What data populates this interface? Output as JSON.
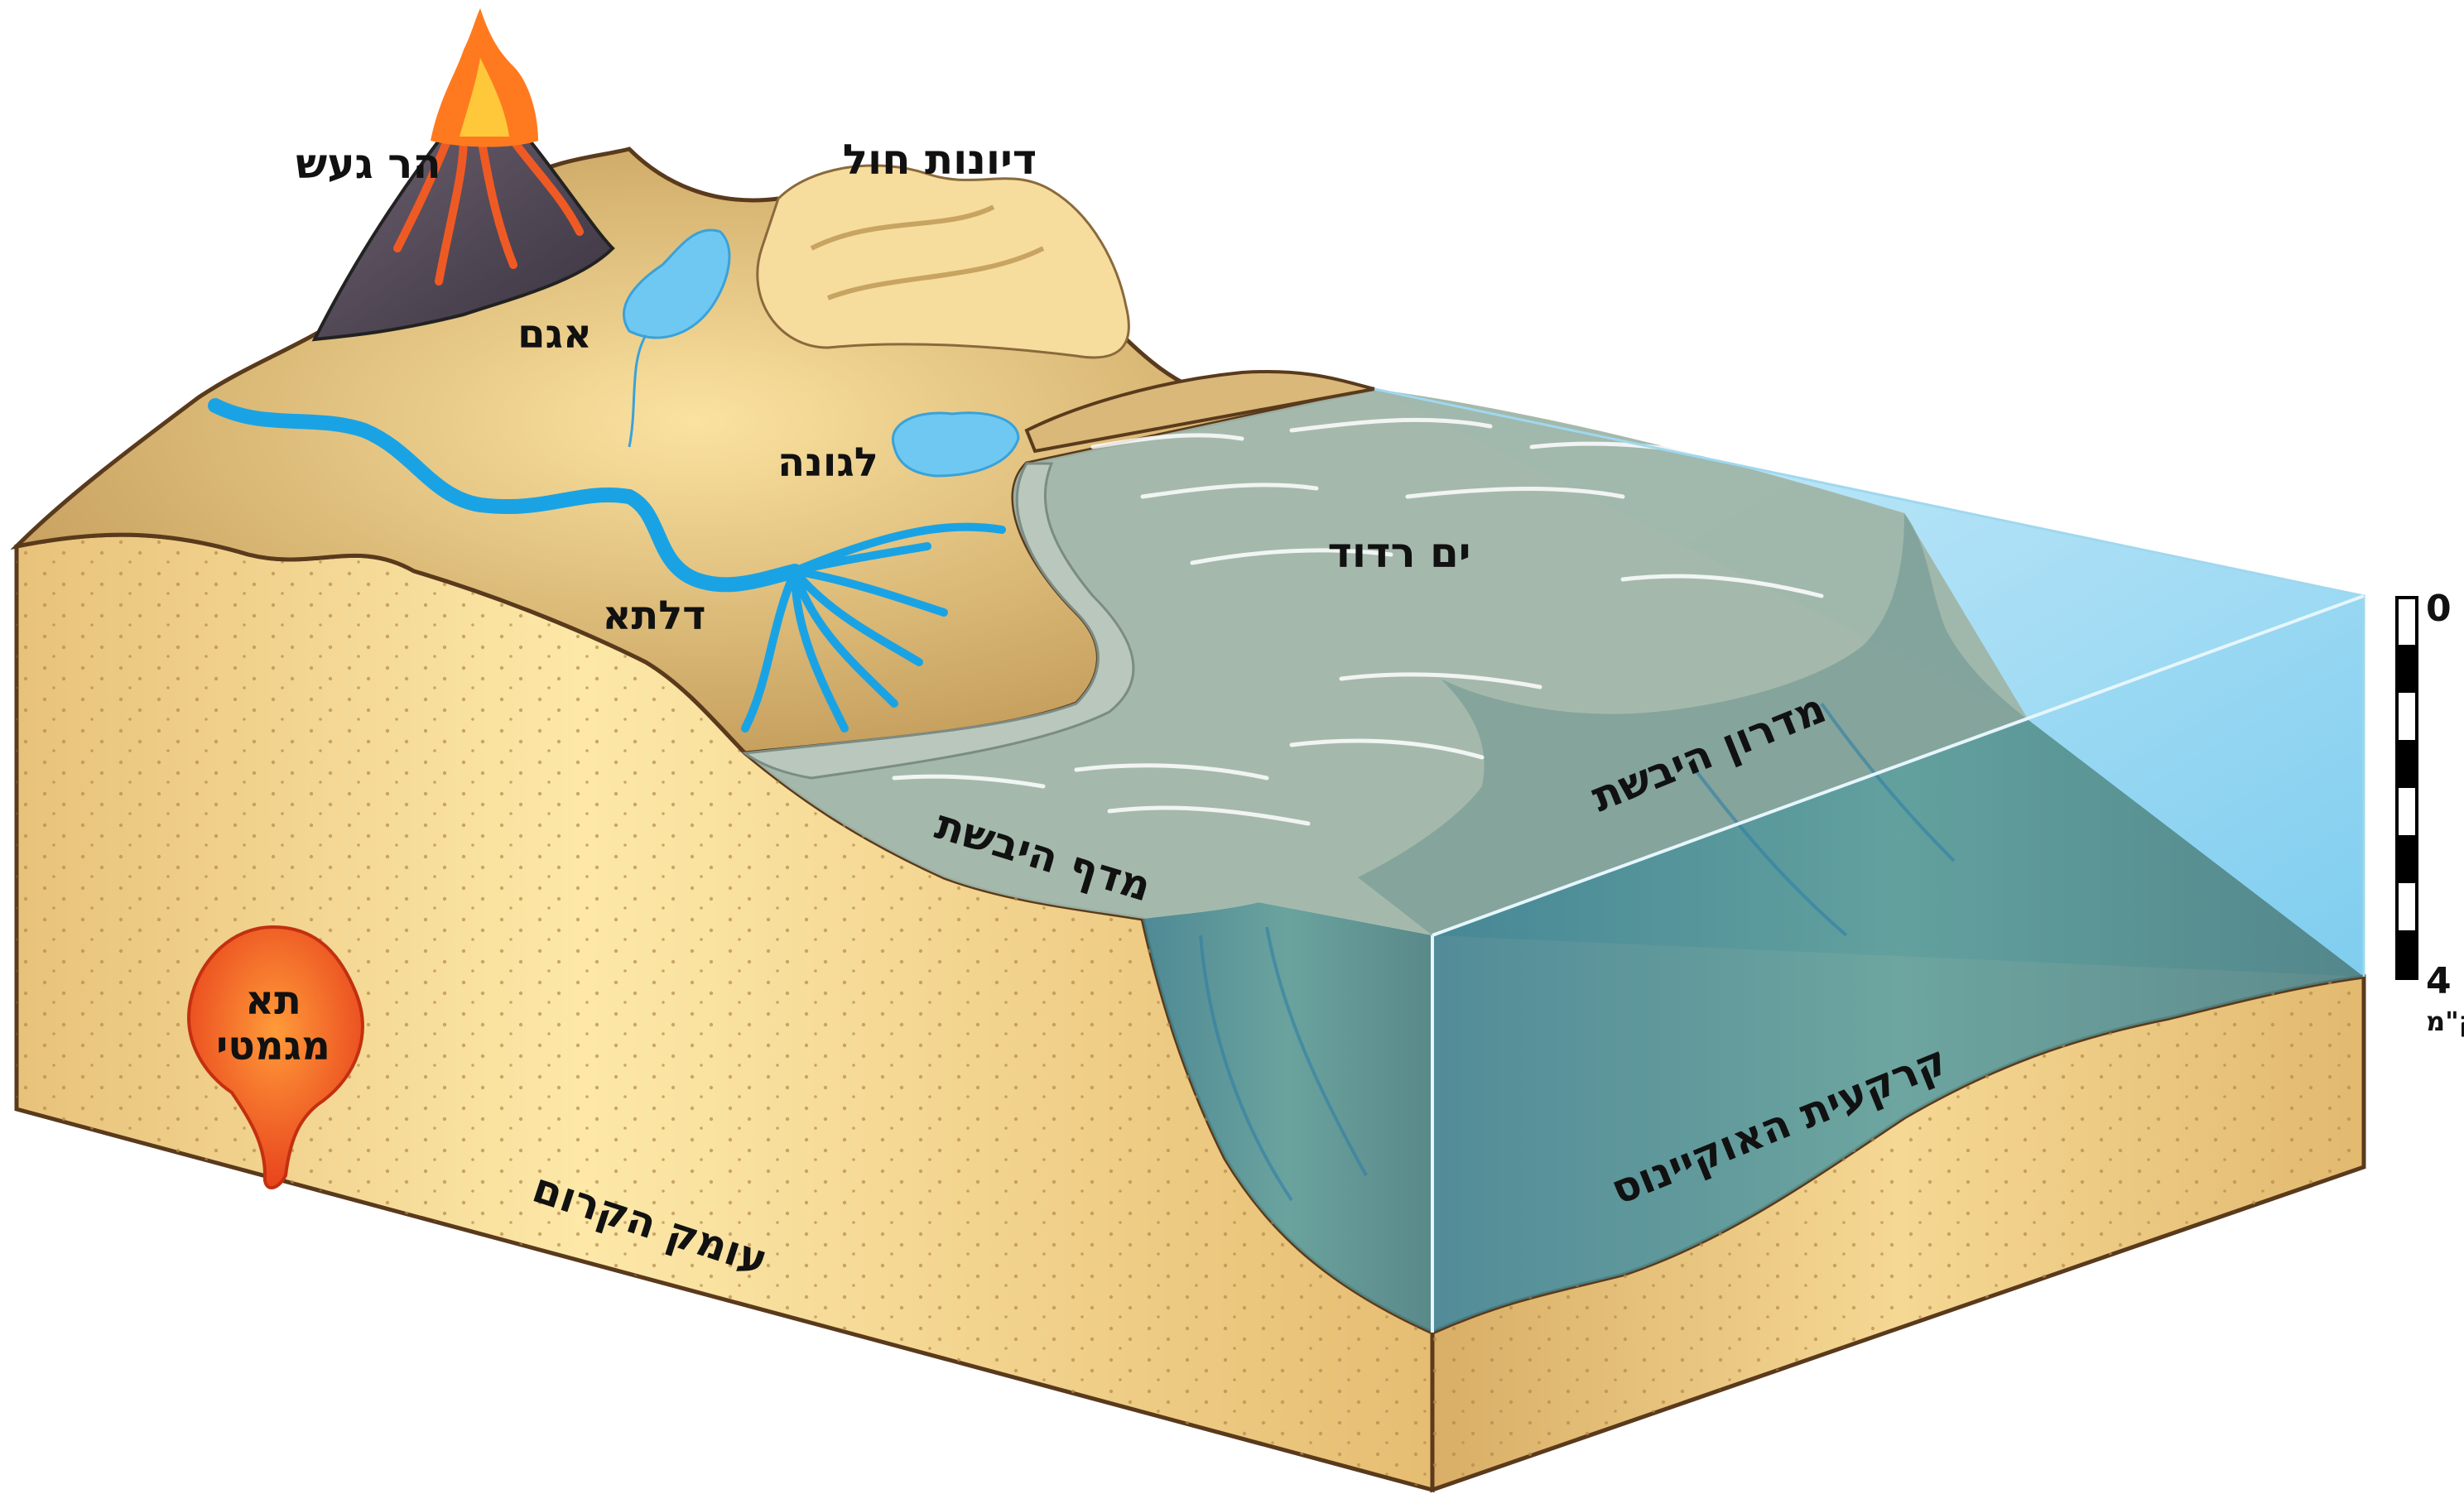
{
  "diagram": {
    "labels": {
      "volcano": "הר געש",
      "dunes": "דיונות חול",
      "lake": "אגם",
      "lagoon": "לגונה",
      "shallow_sea": "ים רדוד",
      "delta": "דלתא",
      "continental_slope": "מדרון היבשת",
      "continental_shelf": "מדף היבשת",
      "magma_chamber_line1": "תא",
      "magma_chamber_line2": "מגמטי",
      "crust_depth": "עומק הקרום",
      "ocean_floor": "קרקעית האוקיינוס"
    },
    "depth_scale": {
      "top_value": "0",
      "bottom_value": "4",
      "unit": "ק\"מ"
    },
    "colors": {
      "sand": "#f0cf85",
      "land": "#c9a25f",
      "water_river": "#29a8e0",
      "shallow_water": "#9fb5a8",
      "deep_water": "#4f8f91",
      "ocean_surface": "#8fd3f0",
      "magma": "#ef5a24",
      "volcano_rock": "#4a4250"
    }
  }
}
